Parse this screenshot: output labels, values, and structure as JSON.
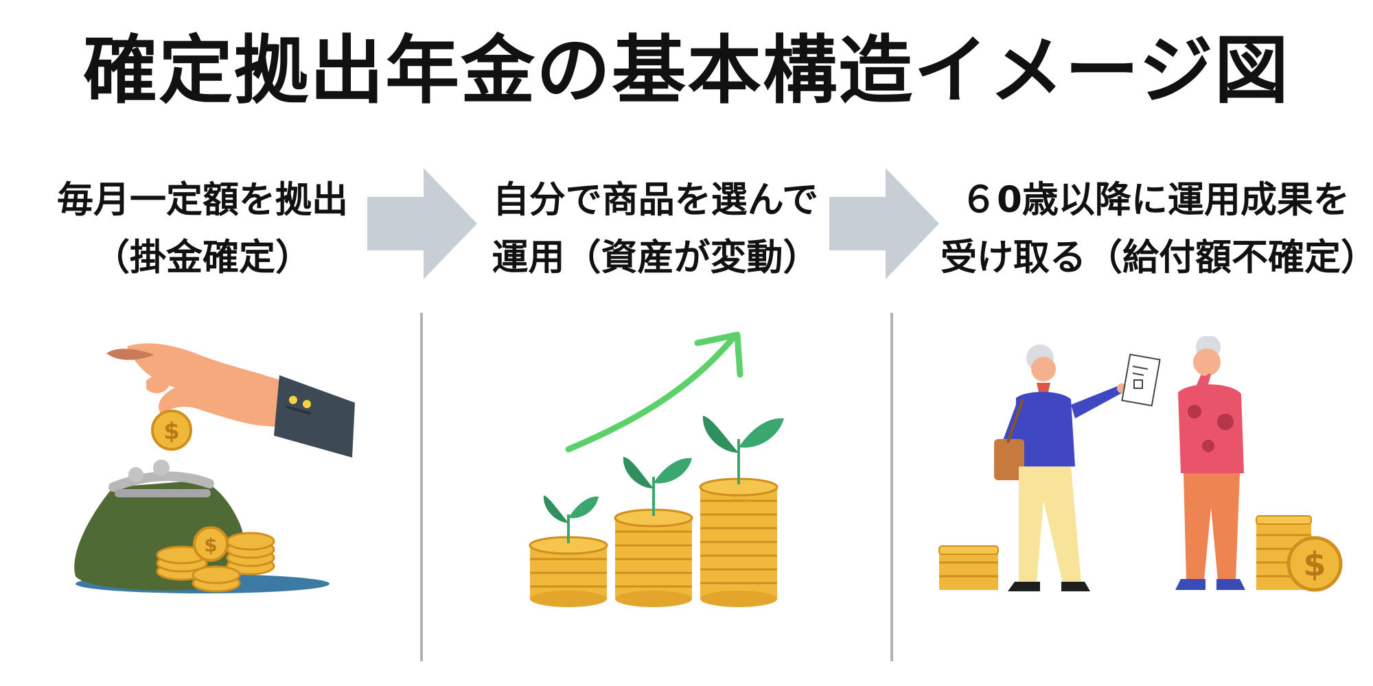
{
  "title": "確定拠出年金の基本構造イメージ図",
  "steps": [
    {
      "line1": "毎月一定額を拠出",
      "line2": "（掛金確定）"
    },
    {
      "line1": "自分で商品を選んで",
      "line2": "運用（資産が変動）"
    },
    {
      "line1": "６0歳以降に運用成果を",
      "line2": "受け取る（給付額不確定）"
    }
  ],
  "colors": {
    "arrow": "#c8ced6",
    "divider": "#b2b2b2",
    "coin": "#f0b83a",
    "coin_edge": "#d08e1e",
    "purse": "#4f6a34",
    "leaf": "#3aa76e",
    "growth_arrow": "#5cd16a"
  },
  "icons": [
    "hand-icon",
    "coin-icon",
    "purse-icon",
    "sprout-icon",
    "growth-arrow-icon",
    "elderly-couple-icon",
    "document-icon"
  ]
}
